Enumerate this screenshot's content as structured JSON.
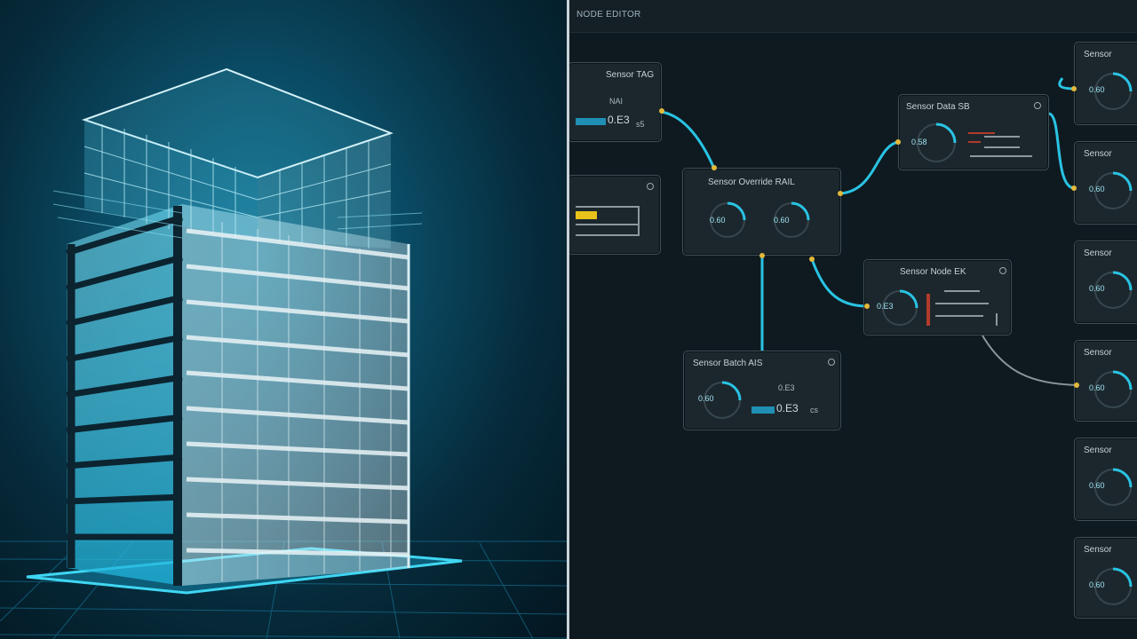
{
  "editor": {
    "toolbar_title": "NODE EDITOR",
    "nodes": [
      {
        "title": "Sensor TAG",
        "value": "0.E3",
        "small": "s5",
        "sub": "NAI"
      },
      {
        "title": ""
      },
      {
        "title": "Sensor Override RAIL",
        "g1": "0.60",
        "g2": "0.60"
      },
      {
        "title": "Sensor Data SB",
        "g1": "0.58"
      },
      {
        "title": "Sensor Node EK",
        "g1": "0.E3"
      },
      {
        "title": "Sensor Batch AIS",
        "g1": "0.60",
        "value": "0.E3",
        "small": "cs",
        "sub": "0.E3"
      },
      {
        "title": "Sensor",
        "g1": "0.60"
      },
      {
        "title": "Sensor",
        "g1": "0.60"
      },
      {
        "title": "Sensor",
        "g1": "0.60"
      },
      {
        "title": "Sensor",
        "g1": "0.60"
      },
      {
        "title": "Sensor",
        "g1": "0.60"
      },
      {
        "title": "Sensor",
        "g1": "0.60"
      }
    ]
  },
  "colors": {
    "accent": "#29c3e3",
    "wire_grey": "#8a969c",
    "warn": "#e8c21a"
  }
}
